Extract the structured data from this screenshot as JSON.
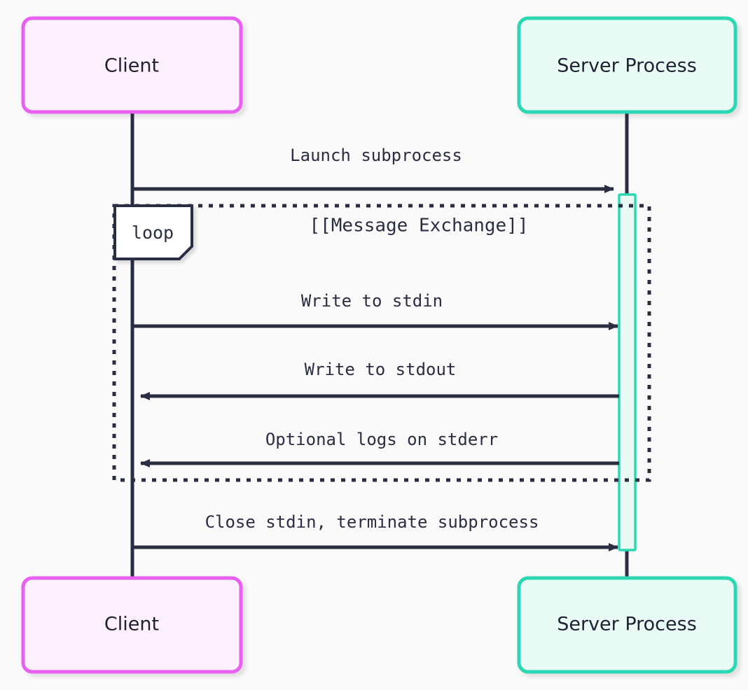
{
  "diagram": {
    "type": "sequence-diagram",
    "background_color": "#fafafa",
    "line_color": "#2b2d42",
    "participants": [
      {
        "id": "client",
        "label": "Client",
        "fill": "#fdf0ff",
        "stroke": "#e95ef0"
      },
      {
        "id": "server",
        "label": "Server Process",
        "fill": "#e9fbf5",
        "stroke": "#2bd9b4"
      }
    ],
    "messages": [
      {
        "index": 0,
        "label": "Launch subprocess",
        "from": "client",
        "to": "server",
        "direction": "right",
        "style": "solid"
      },
      {
        "index": 1,
        "label": "Write to stdin",
        "from": "client",
        "to": "server",
        "direction": "right",
        "style": "solid"
      },
      {
        "index": 2,
        "label": "Write to stdout",
        "from": "server",
        "to": "client",
        "direction": "left",
        "style": "solid"
      },
      {
        "index": 3,
        "label": "Optional logs on stderr",
        "from": "server",
        "to": "client",
        "direction": "left",
        "style": "solid"
      },
      {
        "index": 4,
        "label": "Close stdin, terminate subprocess",
        "from": "client",
        "to": "server",
        "direction": "right",
        "style": "solid"
      }
    ],
    "fragment": {
      "tag": "loop",
      "title": "[[Message Exchange]]",
      "contains_messages": [
        1,
        2,
        3
      ]
    },
    "activation": {
      "on": "server",
      "fill": "#e9fbf5",
      "stroke": "#2bd9b4"
    }
  }
}
